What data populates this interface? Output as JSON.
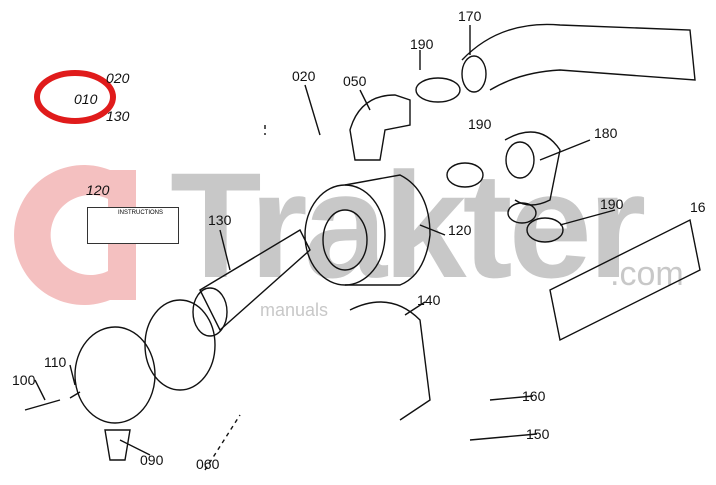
{
  "watermark": {
    "brand": "Trakter",
    "domain": ".com",
    "sub": "manuals",
    "colors": {
      "gear": "#f4c0c0",
      "text": "#c8c8c8"
    }
  },
  "highlight": {
    "color": "#e01b1b",
    "part": "010"
  },
  "inset": {
    "labels": [
      "020",
      "010",
      "130"
    ],
    "decal_label": "120",
    "decal_title": "INSTRUCTIONS"
  },
  "callouts": [
    "170",
    "190",
    "020",
    "050",
    "190",
    "180",
    "190",
    "16",
    "120",
    "130",
    "140",
    "160",
    "150",
    "110",
    "100",
    "090",
    "060"
  ]
}
